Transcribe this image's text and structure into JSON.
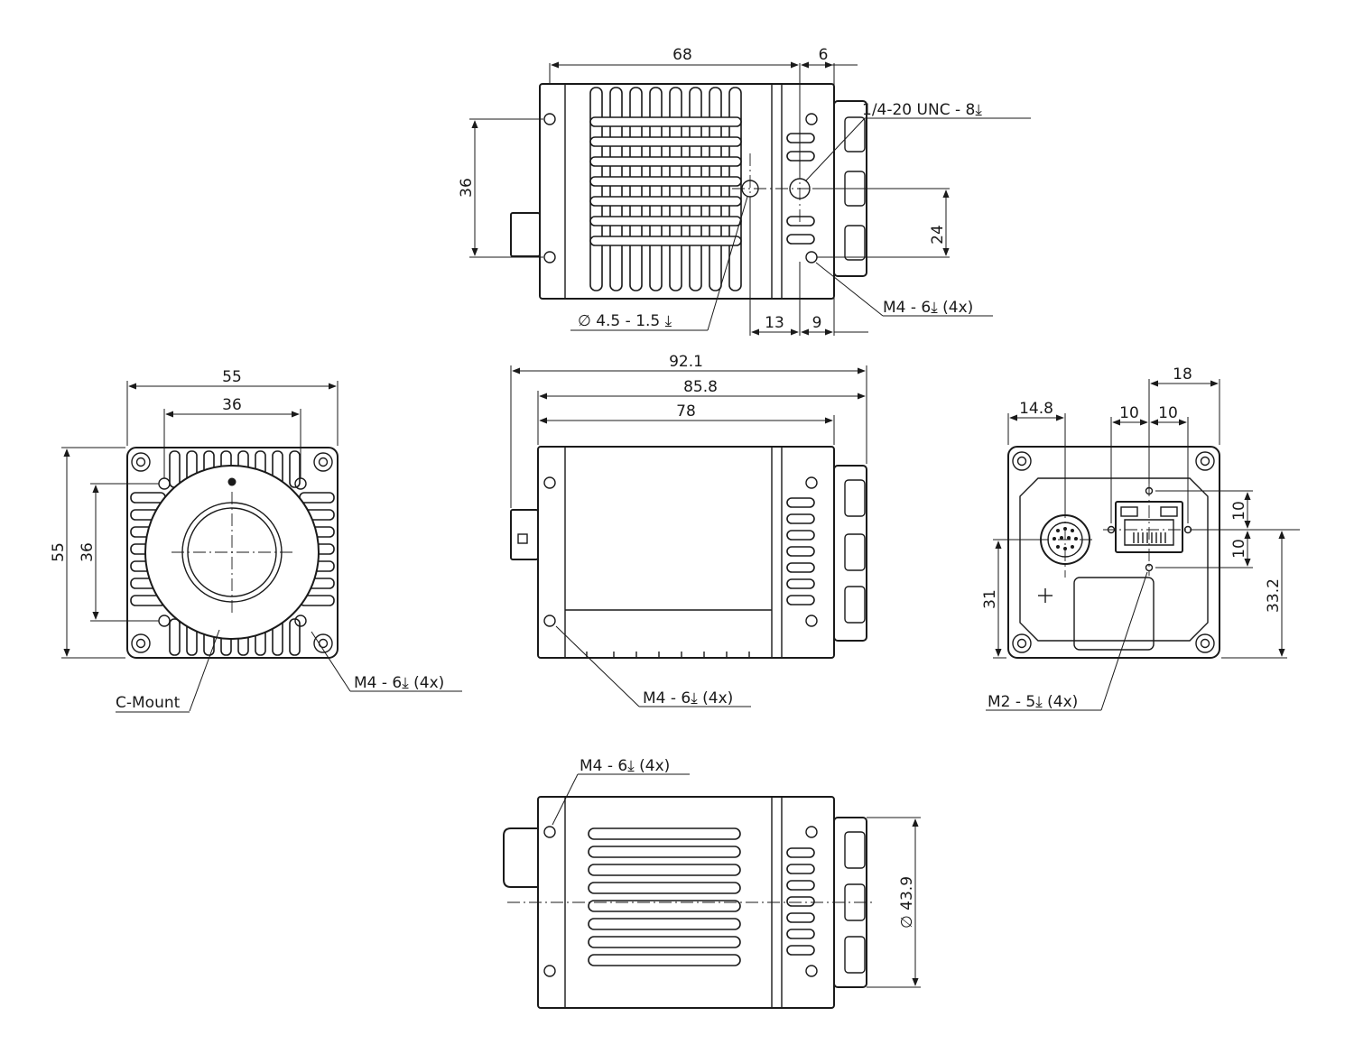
{
  "top_view": {
    "dim_length": "68",
    "dim_front": "6",
    "dim_hole_spacing": "36",
    "dim_tripod_offset": "24",
    "dim_13": "13",
    "dim_9": "9",
    "callout_tripod": "1/4-20 UNC - 8⤓",
    "callout_pin": "∅ 4.5 - 1.5 ⤓",
    "callout_holes": "M4 - 6⤓ (4x)"
  },
  "front_view": {
    "dim_width": "55",
    "dim_hole_spacing_h": "36",
    "dim_height": "55",
    "dim_hole_spacing_v": "36",
    "callout_holes": "M4 - 6⤓ (4x)",
    "mount_label": "C-Mount"
  },
  "side_view": {
    "dim_total": "92.1",
    "dim_body_lens": "85.8",
    "dim_body": "78",
    "callout_holes": "M4 - 6⤓ (4x)"
  },
  "rear_view": {
    "dim_18": "18",
    "dim_14_8": "14.8",
    "dim_10a": "10",
    "dim_10b": "10",
    "dim_10c": "10",
    "dim_10d": "10",
    "dim_31": "31",
    "dim_33_2": "33.2",
    "callout_holes": "M2 - 5⤓ (4x)"
  },
  "bottom_view": {
    "callout_holes": "M4 - 6⤓ (4x)",
    "dim_diameter": "∅ 43.9"
  }
}
